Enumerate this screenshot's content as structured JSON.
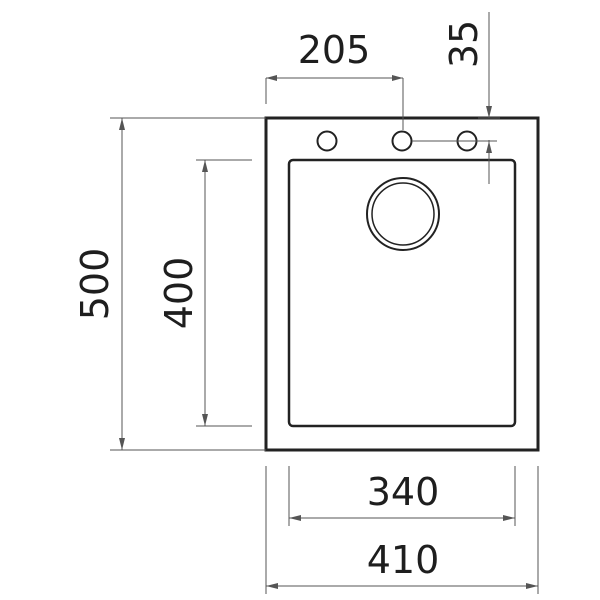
{
  "drawing": {
    "dimensions": {
      "tap_hole_spacing": "205",
      "tap_hole_offset": "35",
      "overall_depth": "500",
      "bowl_depth": "400",
      "bowl_width": "340",
      "overall_width": "410"
    },
    "colors": {
      "line": "#222222",
      "dimension_line": "#555555",
      "background": "#ffffff"
    }
  }
}
